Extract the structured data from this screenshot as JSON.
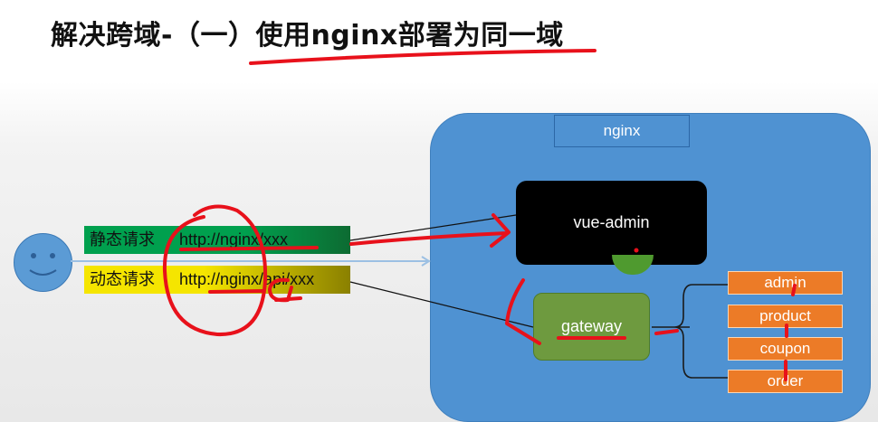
{
  "title": "解决跨域-（一）使用nginx部署为同一域",
  "nginx": {
    "label": "nginx"
  },
  "vue_admin": {
    "label": "vue-admin"
  },
  "gateway": {
    "label": "gateway"
  },
  "services": [
    "admin",
    "product",
    "coupon",
    "order"
  ],
  "requests": {
    "static": {
      "label": "静态请求",
      "url": "http://nginx/xxx"
    },
    "dynamic": {
      "label": "动态请求",
      "url": "http://nginx/api/xxx"
    }
  },
  "colors": {
    "nginx_bg": "#4f92d2",
    "annotation_red": "#e8111b",
    "service_orange": "#ec7b27",
    "gateway_green": "#6e9a3f"
  }
}
